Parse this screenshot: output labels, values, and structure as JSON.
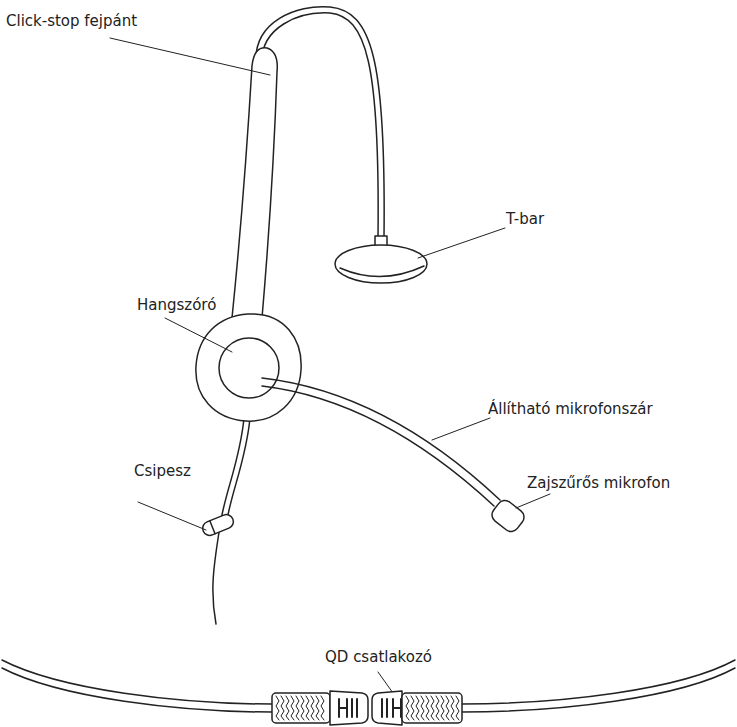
{
  "diagram": {
    "labels": [
      "Click-stop fejpánt",
      "T-bar",
      "Hangszóró",
      "Állítható mikrofonszár",
      "Csipesz",
      "Zajszűrős mikrofon",
      "QD csatlakozó"
    ]
  }
}
